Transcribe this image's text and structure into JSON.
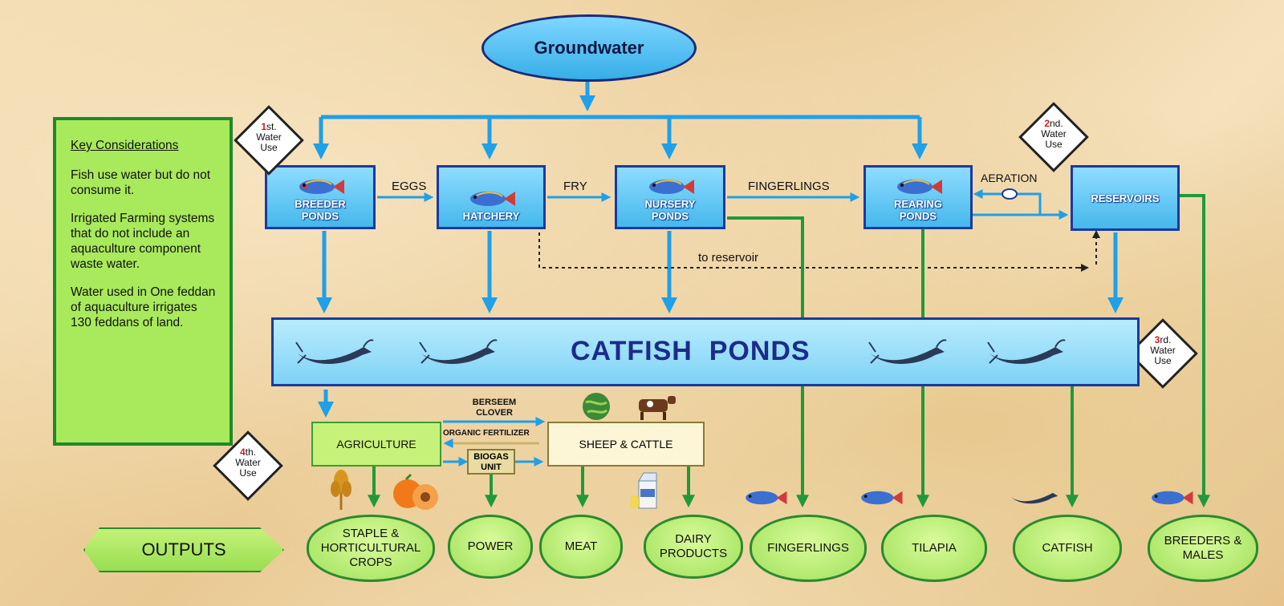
{
  "source": {
    "label": "Groundwater"
  },
  "stages": [
    {
      "id": "breeder",
      "label_line1": "BREEDER",
      "label_line2": "PONDS"
    },
    {
      "id": "hatchery",
      "label_line1": "HATCHERY",
      "label_line2": ""
    },
    {
      "id": "nursery",
      "label_line1": "NURSERY",
      "label_line2": "PONDS"
    },
    {
      "id": "rearing",
      "label_line1": "REARING",
      "label_line2": "PONDS"
    },
    {
      "id": "reservoirs",
      "label_line1": "RESERVOIRS",
      "label_line2": ""
    }
  ],
  "flow_labels": {
    "eggs": "EGGS",
    "fry": "FRY",
    "fingerlings": "FINGERLINGS",
    "aeration": "AERATION",
    "to_reservoir": "to reservoir"
  },
  "water_use": [
    {
      "num": "1",
      "suffix": "st.",
      "line2": "Water",
      "line3": "Use"
    },
    {
      "num": "2",
      "suffix": "nd.",
      "line2": "Water",
      "line3": "Use"
    },
    {
      "num": "3",
      "suffix": "rd.",
      "line2": "Water",
      "line3": "Use"
    },
    {
      "num": "4",
      "suffix": "th.",
      "line2": "Water",
      "line3": "Use"
    }
  ],
  "key_considerations": {
    "title": "Key Considerations",
    "paragraphs": [
      "Fish use water but do not consume it.",
      "Irrigated Farming systems that do not include an aquaculture component waste water.",
      "Water used in One feddan of aquaculture irrigates 130 feddans of land."
    ]
  },
  "catfish_ponds": {
    "label": "CATFISH  PONDS"
  },
  "farm": {
    "agriculture": "AGRICULTURE",
    "sheep_cattle": "SHEEP & CATTLE",
    "berseem_line1": "BERSEEM",
    "berseem_line2": "CLOVER",
    "organic_fertilizer": "ORGANIC FERTILIZER",
    "biogas_line1": "BIOGAS",
    "biogas_line2": "UNIT"
  },
  "outputs": {
    "label": "OUTPUTS",
    "items": [
      {
        "line1": "STAPLE &",
        "line2": "HORTICULTURAL",
        "line3": "CROPS"
      },
      {
        "line1": "POWER",
        "line2": "",
        "line3": ""
      },
      {
        "line1": "MEAT",
        "line2": "",
        "line3": ""
      },
      {
        "line1": "DAIRY",
        "line2": "PRODUCTS",
        "line3": ""
      },
      {
        "line1": "FINGERLINGS",
        "line2": "",
        "line3": ""
      },
      {
        "line1": "TILAPIA",
        "line2": "",
        "line3": ""
      },
      {
        "line1": "CATFISH",
        "line2": "",
        "line3": ""
      },
      {
        "line1": "BREEDERS &",
        "line2": "MALES",
        "line3": ""
      }
    ]
  },
  "colors": {
    "blue_arrow": "#1fa0e8",
    "green_arrow": "#1f9a3a",
    "title_blue": "#1b2c8a",
    "water_use_number": "#d21c1c"
  }
}
